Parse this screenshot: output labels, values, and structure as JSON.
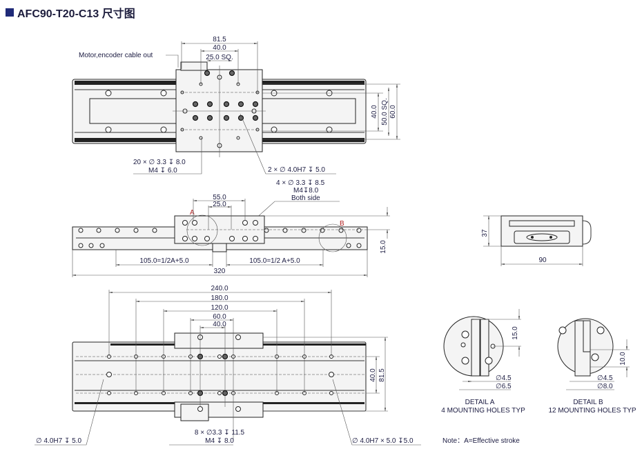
{
  "title": "AFC90-T20-C13 尺寸图",
  "colors": {
    "title_square": "#1f2a78",
    "label_text": "#1a1a40",
    "detail_letter": "#b02020"
  },
  "top_view": {
    "cable_label": "Motor,encoder cable out",
    "dim_81_5": "81.5",
    "dim_40": "40.0",
    "dim_25sq": "25.0 SQ.",
    "dim_right_40": "40.0",
    "dim_right_50sq": "50.0 SQ.",
    "dim_right_60": "60.0",
    "note_holes_1": "20 × ∅ 3.3 ↧ 8.0",
    "note_holes_2": "M4 ↧ 6.0",
    "note_pin": "2 × ∅ 4.0H7 ↧ 5.0"
  },
  "side_view": {
    "note_side_1": "4 × ∅ 3.3 ↧ 8.5",
    "note_side_2": "M4↧8.0",
    "note_side_3": "Both side",
    "dim_55": "55.0",
    "dim_25": "25.0",
    "label_a": "A",
    "label_b": "B",
    "dim_15": "15.0",
    "dim_left_105": "105.0=1/2A+5.0",
    "dim_right_105": "105.0=1/2 A+5.0",
    "dim_320": "320"
  },
  "end_view": {
    "dim_37": "37",
    "dim_90": "90"
  },
  "bottom_view": {
    "dim_240": "240.0",
    "dim_180": "180.0",
    "dim_120": "120.0",
    "dim_60": "60.0",
    "dim_40": "40.0",
    "dim_right_40": "40.0",
    "dim_right_81_5": "81.5",
    "note_holes_1": "8 × ∅3.3 ↧ 11.5",
    "note_holes_2": "M4 ↧ 8.0",
    "note_left_pin": "∅ 4.0H7 ↧ 5.0",
    "note_right_pin": "∅ 4.0H7 × 5.0 ↧5.0"
  },
  "detail_a": {
    "dim_15": "15.0",
    "dia_inner": "∅4.5",
    "dia_outer": "∅6.5",
    "title": "DETAIL A",
    "subtitle": "4 MOUNTING HOLES TYP"
  },
  "detail_b": {
    "dim_10": "10.0",
    "dia_inner": "∅4.5",
    "dia_outer": "∅8.0",
    "title": "DETAIL B",
    "subtitle": "12 MOUNTING HOLES TYP"
  },
  "note": "Note：A=Effective stroke"
}
